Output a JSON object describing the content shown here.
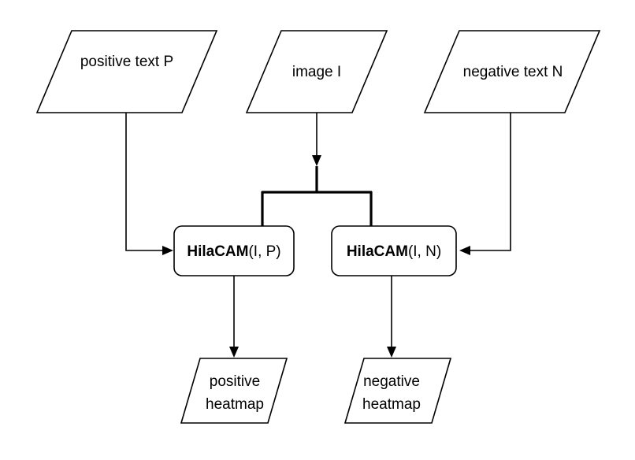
{
  "nodes": {
    "positive_text": {
      "label": "positive text P"
    },
    "image": {
      "label": "image I"
    },
    "negative_text": {
      "label": "negative text N"
    },
    "hilacam_pos": {
      "func": "HilaCAM",
      "args": "(I, P)"
    },
    "hilacam_neg": {
      "func": "HilaCAM",
      "args": "(I, N)"
    },
    "positive_heatmap": {
      "line1": "positive",
      "line2": "heatmap"
    },
    "negative_heatmap": {
      "line1": "negative",
      "line2": "heatmap"
    }
  },
  "colors": {
    "stroke": "#000000",
    "fill": "#ffffff",
    "text": "#000000"
  }
}
